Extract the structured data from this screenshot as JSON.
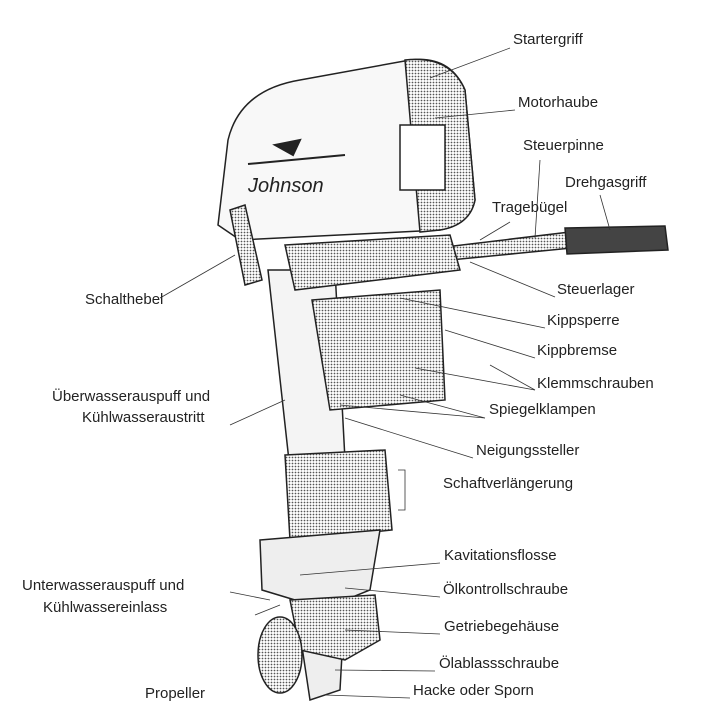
{
  "brand": "Johnson",
  "labels": {
    "startergriff": "Startergriff",
    "motorhaube": "Motorhaube",
    "steuerpinne": "Steuerpinne",
    "drehgasgriff": "Drehgasgriff",
    "tragebuegel": "Tragebügel",
    "steuerlager": "Steuerlager",
    "schalthebel": "Schalthebel",
    "kippsperre": "Kippsperre",
    "kippbremse": "Kippbremse",
    "ueberwasser1": "Überwasserauspuff und",
    "ueberwasser2": "Kühlwasseraustritt",
    "klemmschrauben": "Klemmschrauben",
    "spiegelklampen": "Spiegelklampen",
    "neigungssteller": "Neigungssteller",
    "schaft": "Schaftverlängerung",
    "kavitation": "Kavitationsflosse",
    "unterwasser1": "Unterwasserauspuff und",
    "unterwasser2": "Kühlwassereinlass",
    "oelkontroll": "Ölkontrollschraube",
    "getriebe": "Getriebegehäuse",
    "oelablass": "Ölablassschraube",
    "propeller": "Propeller",
    "hacke": "Hacke oder Sporn"
  }
}
